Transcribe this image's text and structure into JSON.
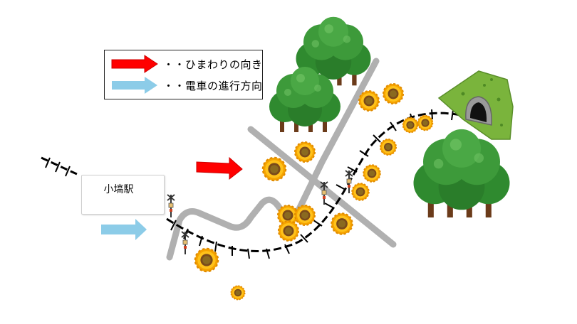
{
  "legend": {
    "sunflower_direction_label": "・・ひまわりの向き",
    "train_direction_label": "・・電車の進行方向"
  },
  "station": {
    "name": "小塙駅"
  },
  "colors": {
    "sunflower_arrow": "#ff0000",
    "train_arrow": "#8ccce8",
    "road": "#b0b0b0",
    "track": "#000000",
    "station_bar": "#22b14c",
    "station_marker": "#ffee00",
    "tree_foliage": "#3d9a3a",
    "tunnel_hill": "#7ab43c"
  },
  "icons": [
    "sunflower-icon",
    "tree-icon",
    "tunnel-icon",
    "railroad-crossing-icon"
  ]
}
